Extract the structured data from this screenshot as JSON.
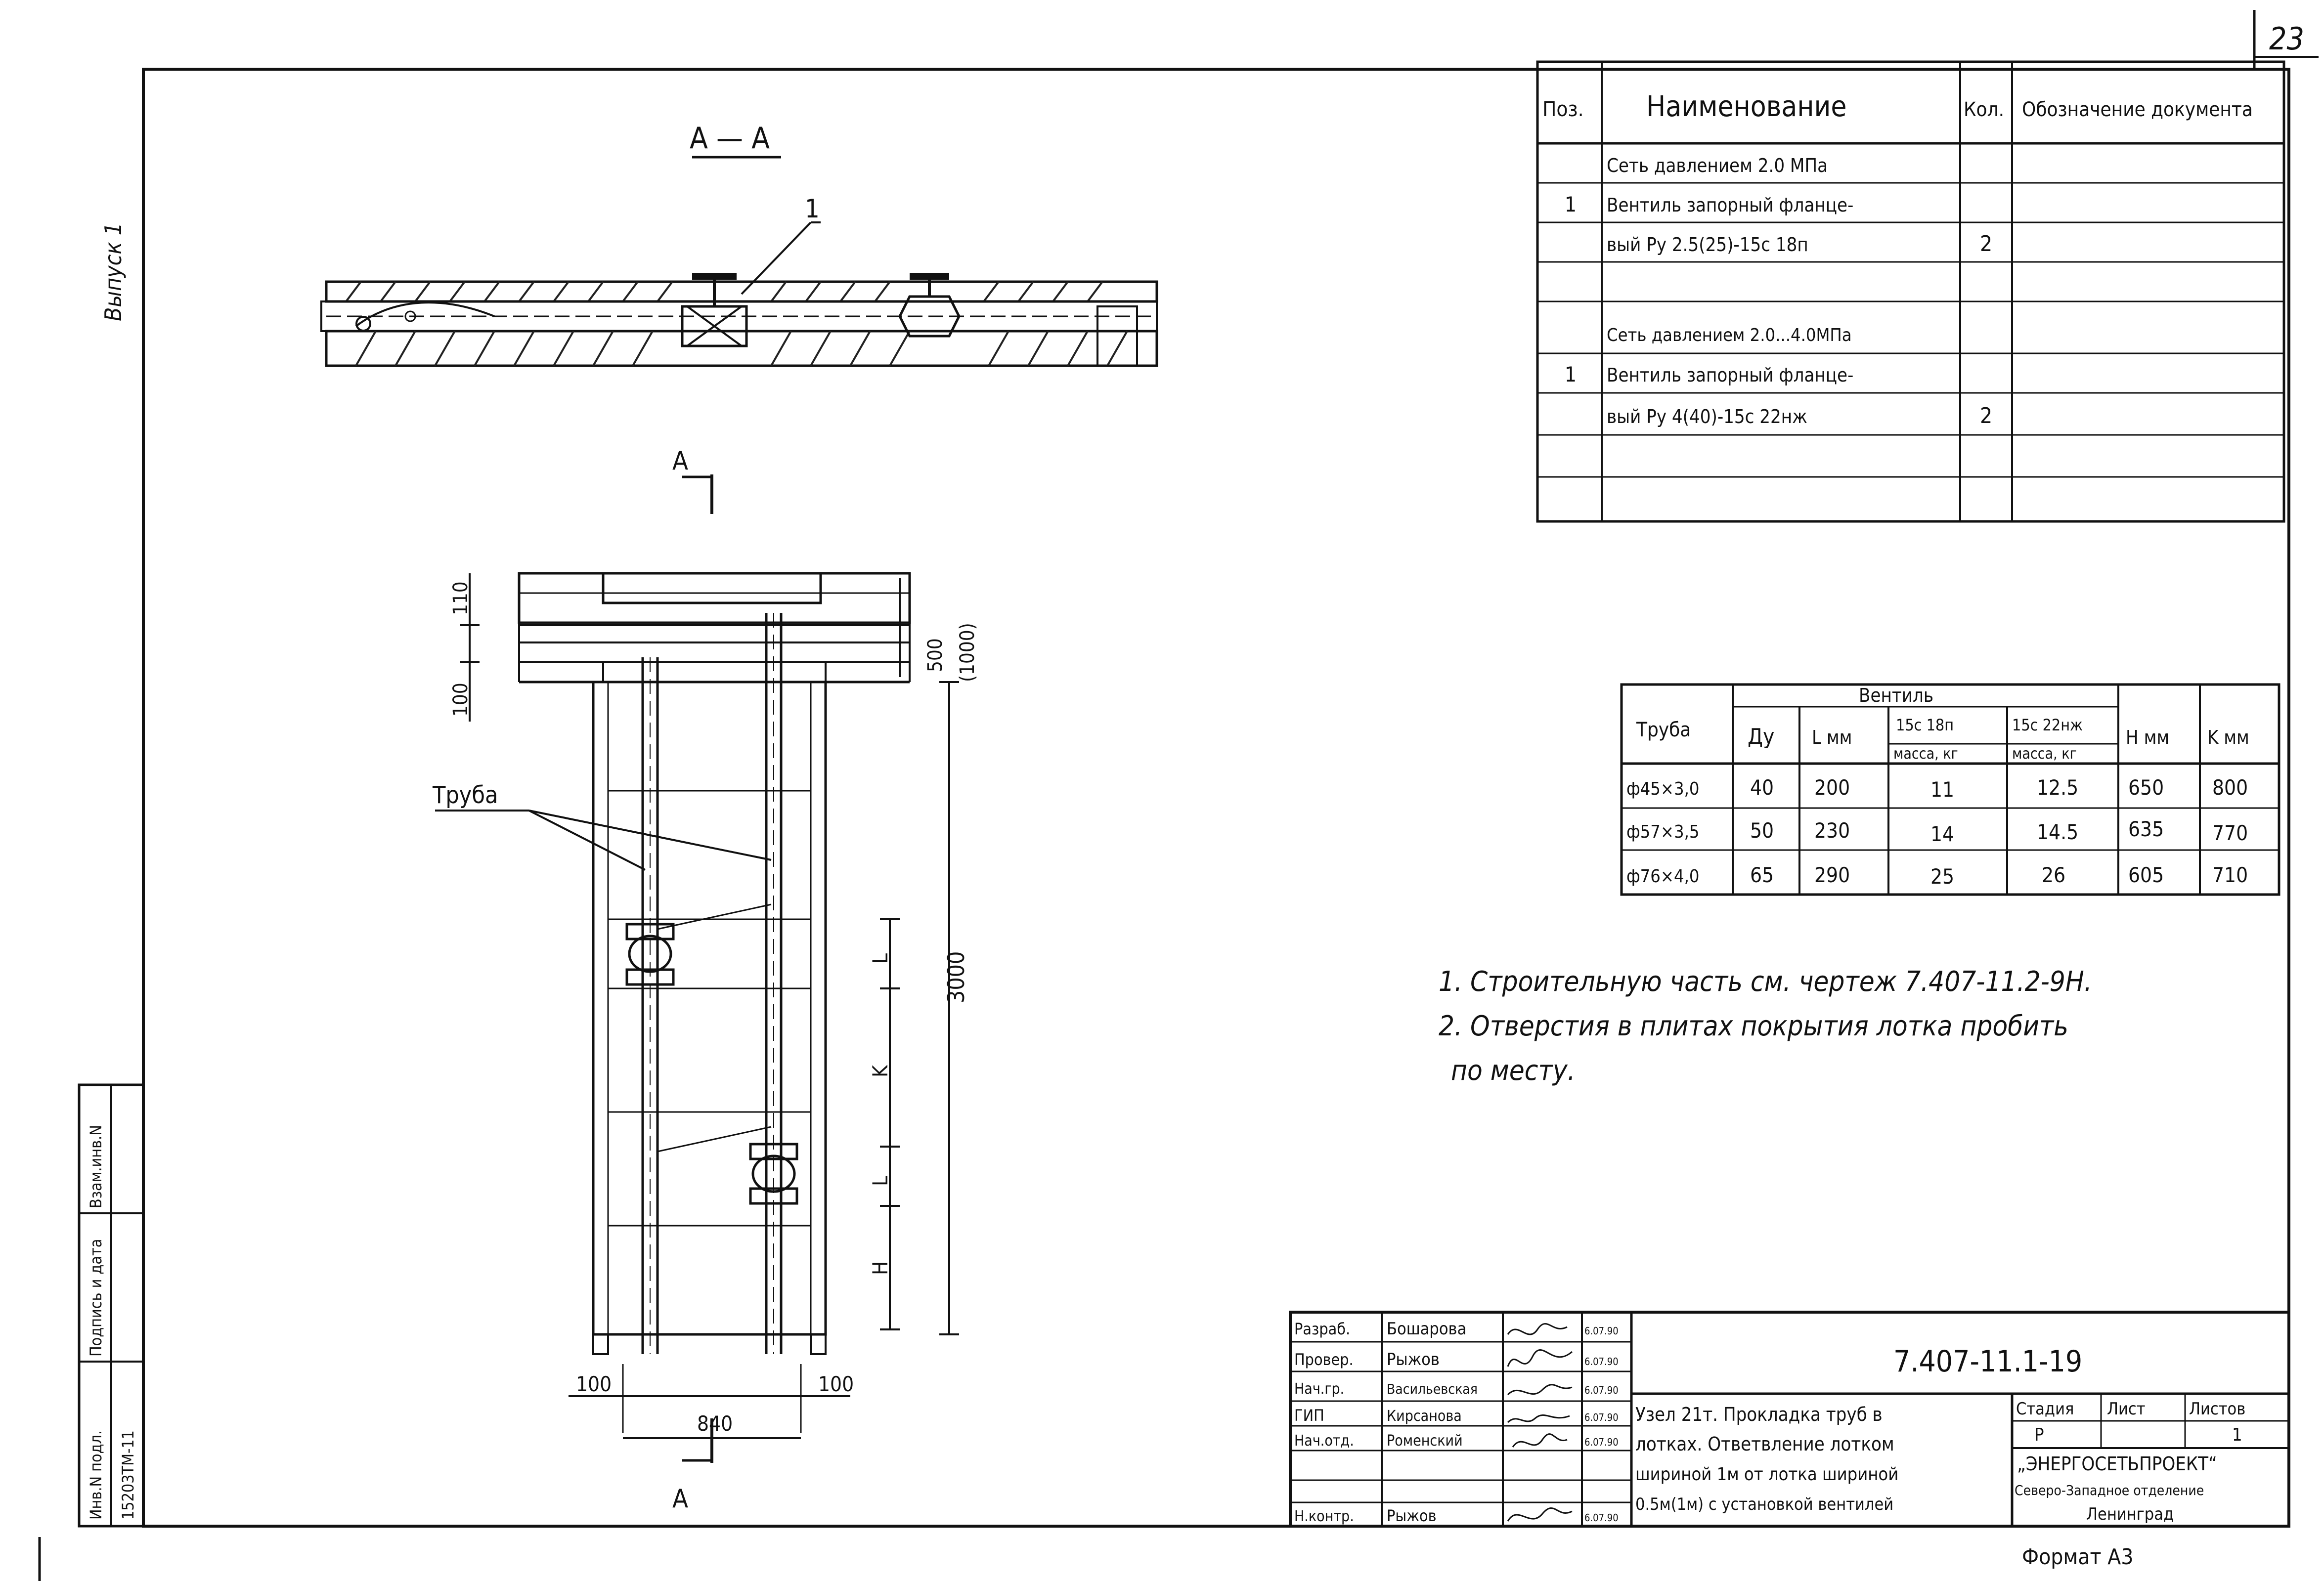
{
  "page_number": "23",
  "left_margin": {
    "archive_lines": [
      "",
      "",
      "",
      ""
    ],
    "copy_note": "",
    "issue": "Выпуск 1"
  },
  "side_stamp": {
    "labels": [
      "Инв.N подл.",
      "Подпись и дата",
      "Взам.инв.N"
    ],
    "inv_value": "15203ТМ-11"
  },
  "section_title": "А — А",
  "cut_label": "А",
  "pipe_label": "Труба",
  "callout_number": "1",
  "dimensions": {
    "d110": "110",
    "d100": "100",
    "d500": "500",
    "d1000": "(1000)",
    "d3000": "3000",
    "L": "L",
    "K": "K",
    "H": "H",
    "b100a": "100",
    "b100b": "100",
    "b840": "840"
  },
  "spec_table": {
    "headers": [
      "Поз.",
      "Наименование",
      "Кол.",
      "Обозначение документа"
    ],
    "rows": [
      {
        "pos": "",
        "name": "Сеть давлением 2.0 МПа",
        "qty": "",
        "doc": ""
      },
      {
        "pos": "1",
        "name": "Вентиль запорный фланце-",
        "qty": "",
        "doc": ""
      },
      {
        "pos": "",
        "name": "вый Ру 2.5(25)-15с 18п",
        "qty": "2",
        "doc": ""
      },
      {
        "pos": "",
        "name": "",
        "qty": "",
        "doc": ""
      },
      {
        "pos": "",
        "name": "Сеть давлением 2.0...4.0МПа",
        "qty": "",
        "doc": ""
      },
      {
        "pos": "1",
        "name": "Вентиль запорный фланце-",
        "qty": "",
        "doc": ""
      },
      {
        "pos": "",
        "name": "вый Ру 4(40)-15с 22нж",
        "qty": "2",
        "doc": ""
      },
      {
        "pos": "",
        "name": "",
        "qty": "",
        "doc": ""
      },
      {
        "pos": "",
        "name": "",
        "qty": "",
        "doc": ""
      }
    ]
  },
  "valve_table": {
    "group_header": "Вентиль",
    "headers": {
      "pipe": "Труба",
      "dy": "Ду",
      "l": "L мм",
      "m1_top": "15с 18п",
      "m1_bottom": "масса, кг",
      "m2_top": "15с 22нж",
      "m2_bottom": "масса, кг",
      "h": "H мм",
      "k": "K мм"
    },
    "rows": [
      [
        "ф45×3,0",
        "40",
        "200",
        "11",
        "12.5",
        "650",
        "800"
      ],
      [
        "ф57×3,5",
        "50",
        "230",
        "14",
        "14.5",
        "635",
        "770"
      ],
      [
        "ф76×4,0",
        "65",
        "290",
        "25",
        "26",
        "605",
        "710"
      ]
    ]
  },
  "notes": [
    "1. Строительную часть см. чертеж 7.407-11.2-9Н.",
    "2. Отверстия в плитах покрытия лотка пробить",
    "по месту."
  ],
  "title_block": {
    "roles": [
      {
        "role": "Разраб.",
        "name": "Бошарова",
        "date": "6.07.90"
      },
      {
        "role": "Провер.",
        "name": "Рыжов",
        "date": "6.07.90"
      },
      {
        "role": "Нач.гр.",
        "name": "Васильевская",
        "date": "6.07.90"
      },
      {
        "role": "ГИП",
        "name": "Кирсанова",
        "date": "6.07.90"
      },
      {
        "role": "Нач.отд.",
        "name": "Роменский",
        "date": "6.07.90"
      },
      {
        "role": "",
        "name": "",
        "date": ""
      },
      {
        "role": "Н.контр.",
        "name": "Рыжов",
        "date": "6.07.90"
      }
    ],
    "doc_code": "7.407-11.1-19",
    "title_lines": [
      "Узел 21т. Прокладка труб в",
      "лотках. Ответвление лотком",
      "шириной 1м от лотка шириной",
      "0.5м(1м) с установкой вентилей"
    ],
    "stage_label": "Стадия",
    "sheet_label": "Лист",
    "sheets_label": "Листов",
    "stage_value": "Р",
    "sheet_value": "",
    "sheets_value": "1",
    "org_lines": [
      "„ЭНЕРГОСЕТЬПРОЕКТ“",
      "Северо-Западное отделение",
      "Ленинград"
    ]
  },
  "format": "Формат А3"
}
